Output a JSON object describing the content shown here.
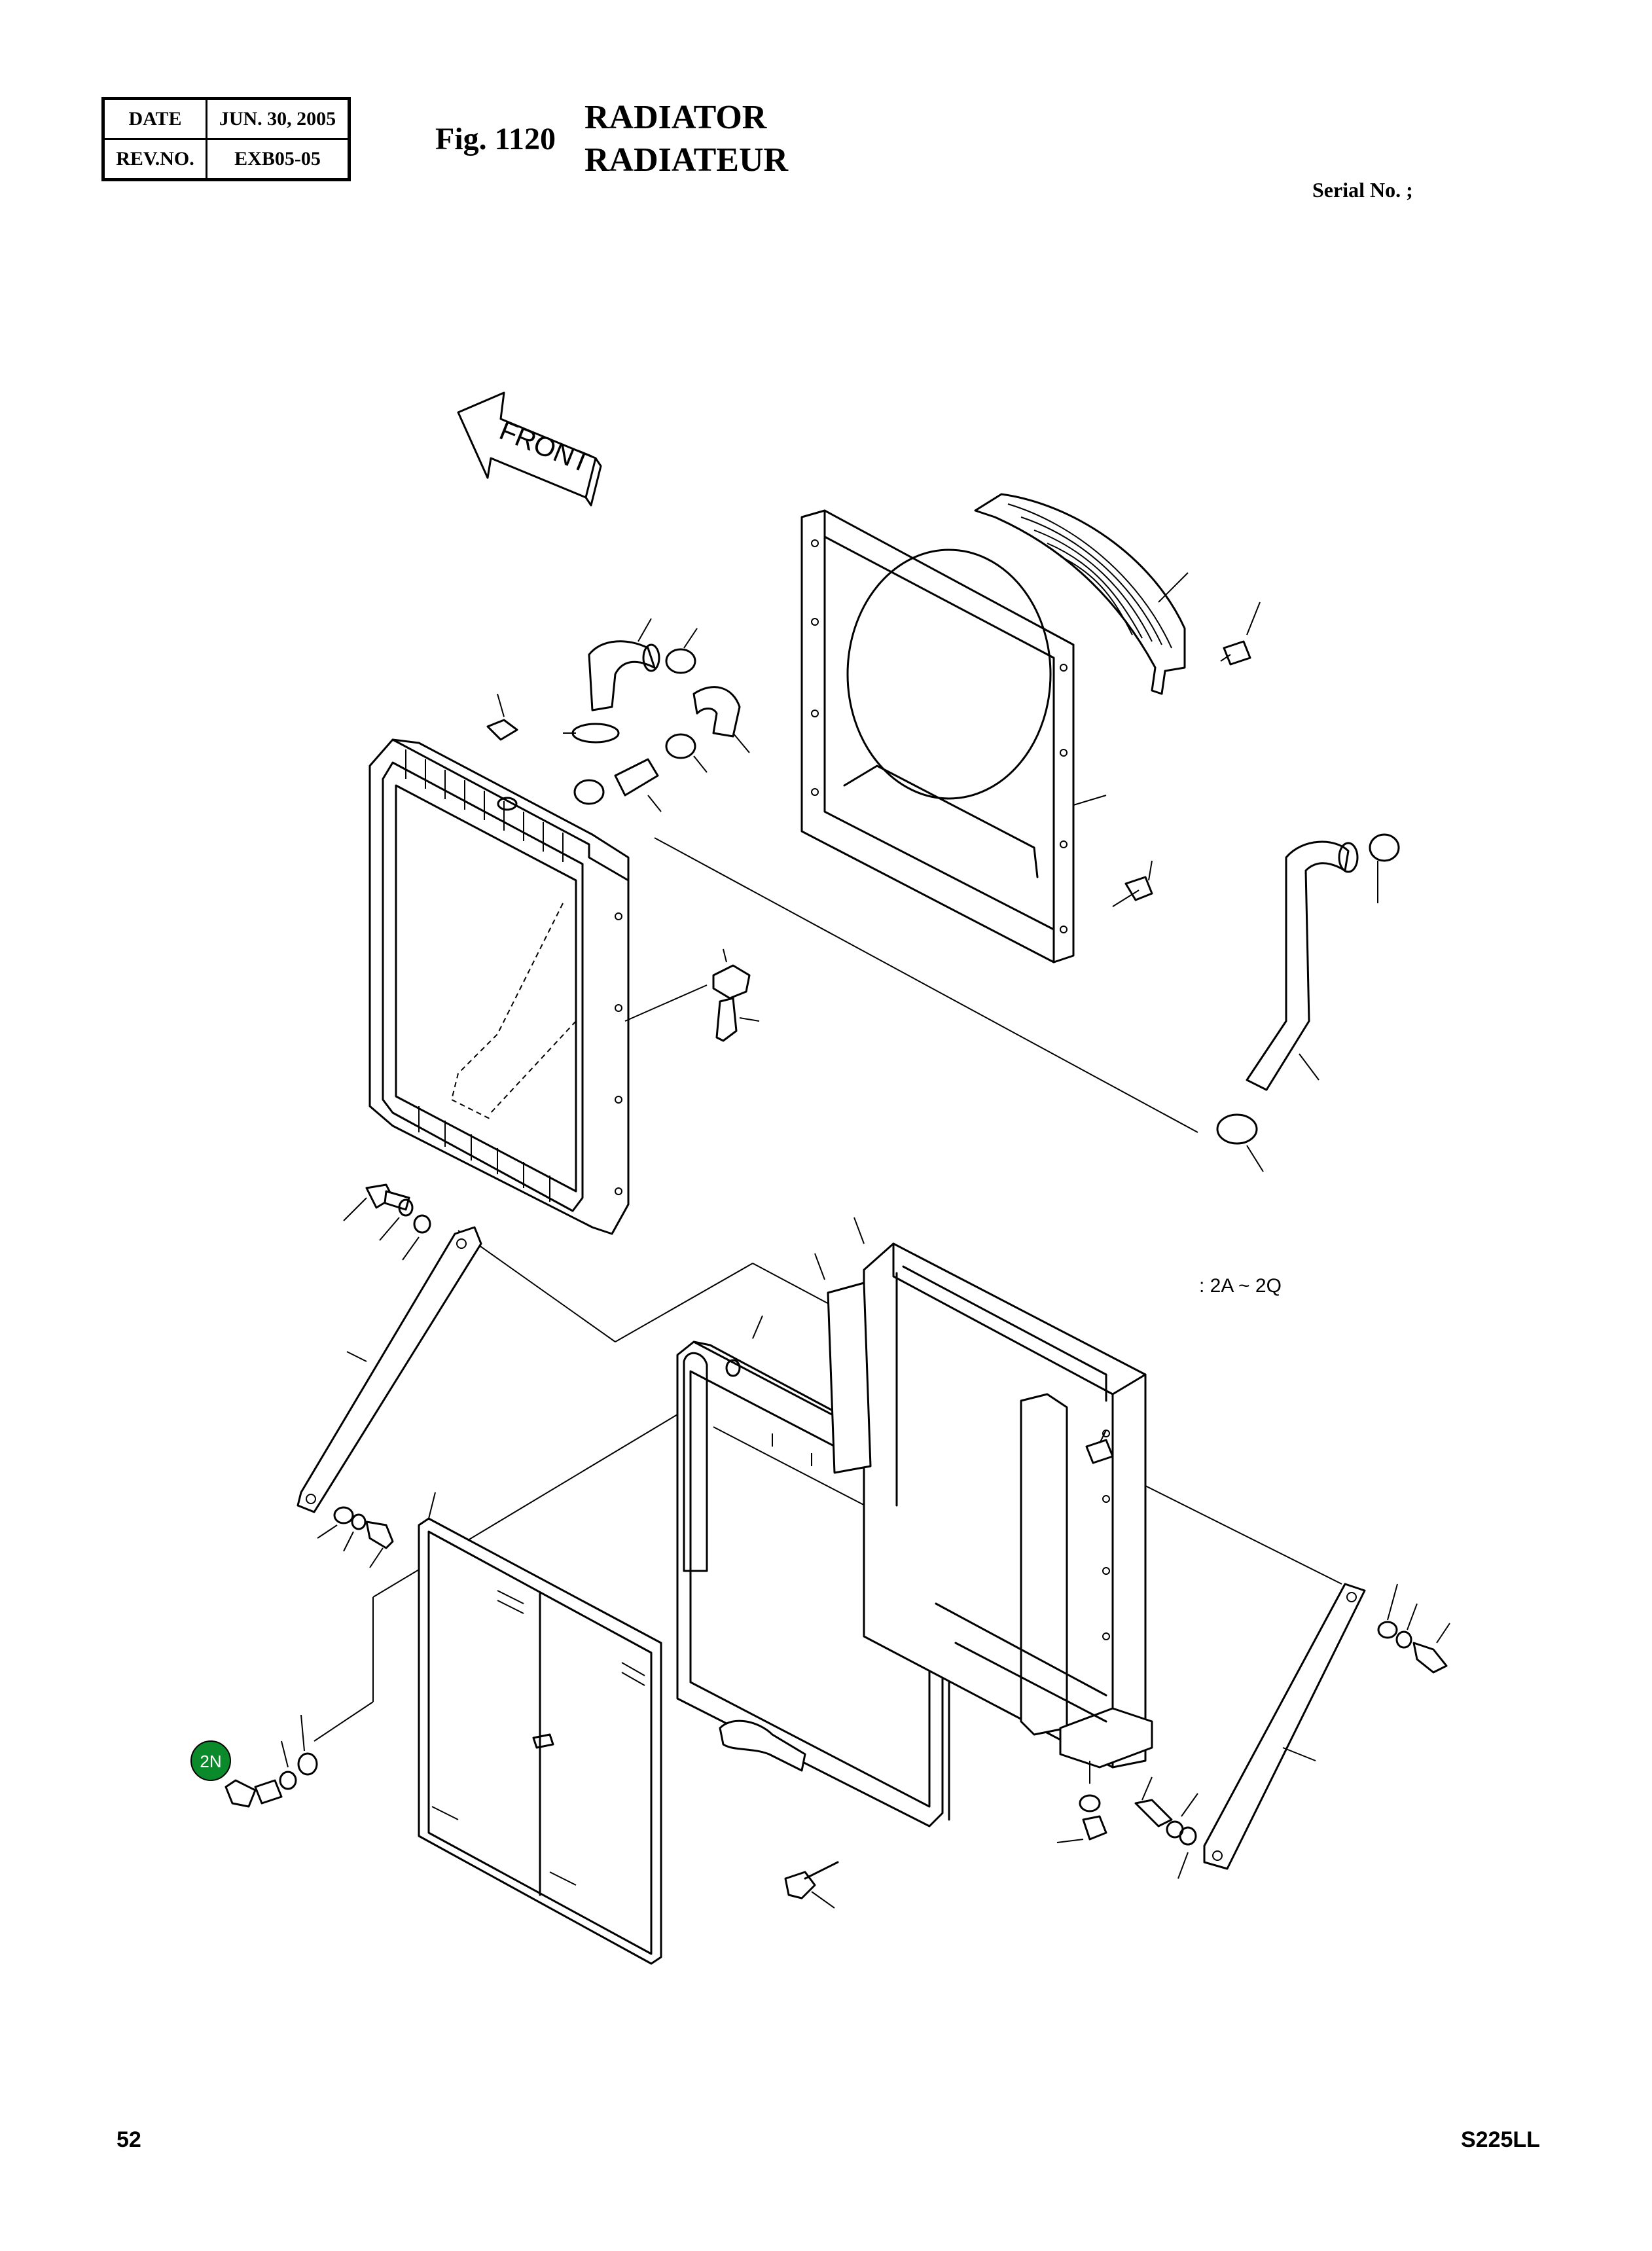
{
  "header": {
    "date_label": "DATE",
    "date_value": "JUN. 30, 2005",
    "rev_label": "REV.NO.",
    "rev_value": "EXB05-05",
    "fig_label": "Fig. 1120",
    "title_en": "RADIATOR",
    "title_fr": "RADIATEUR",
    "serial_label": "Serial No. ;"
  },
  "diagram": {
    "front_label": "FRONT",
    "range_note": ": 2A ~ 2Q",
    "callout_label": "2N",
    "callout_color": "#0a8a2a"
  },
  "footer": {
    "page_number": "52",
    "model": "S225LL"
  }
}
